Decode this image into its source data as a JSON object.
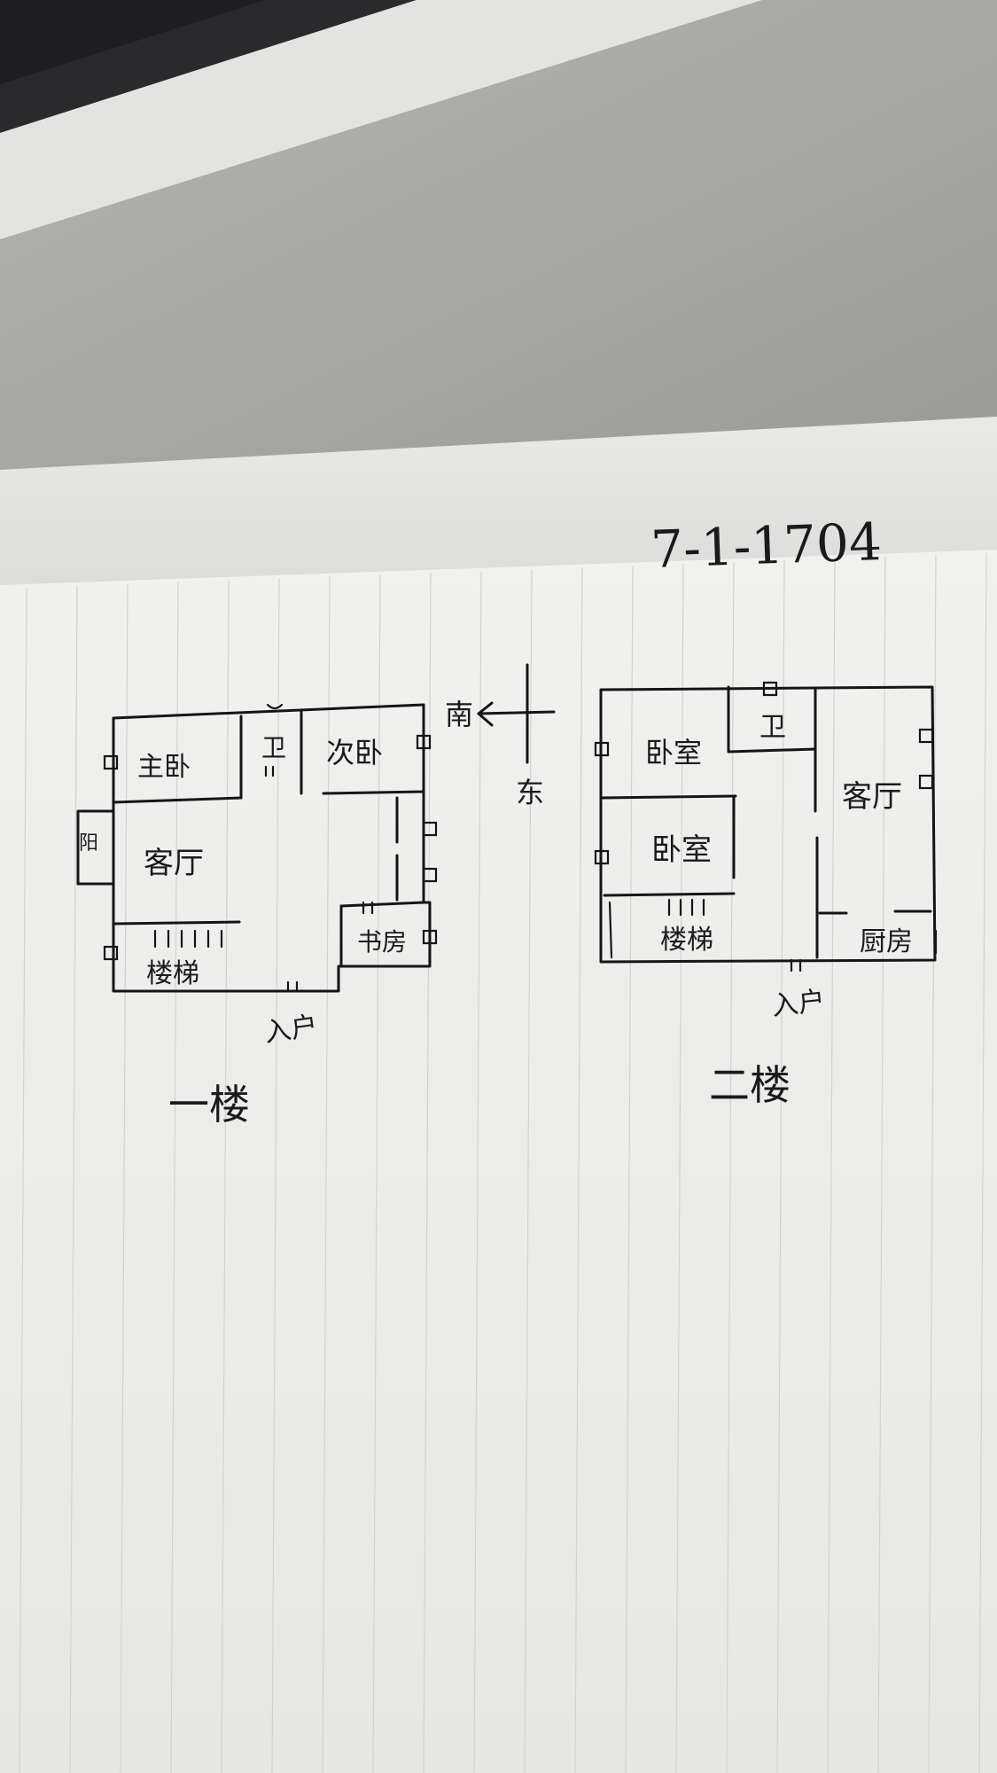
{
  "photo": {
    "header_note": "7-1-1704"
  },
  "compass": {
    "south": "南",
    "east": "东"
  },
  "floor1": {
    "title": "一楼",
    "rooms": {
      "master_bedroom": "主卧",
      "bathroom": "卫",
      "second_bedroom": "次卧",
      "living_room": "客厅",
      "study": "书房",
      "stairs": "楼梯",
      "balcony": "阳"
    },
    "entrance": "入户"
  },
  "floor2": {
    "title": "二楼",
    "rooms": {
      "bedroom_a": "卧室",
      "bedroom_b": "卧室",
      "bathroom": "卫",
      "living_room": "客厅",
      "stairs": "楼梯",
      "kitchen": "厨房"
    },
    "entrance": "入户"
  }
}
